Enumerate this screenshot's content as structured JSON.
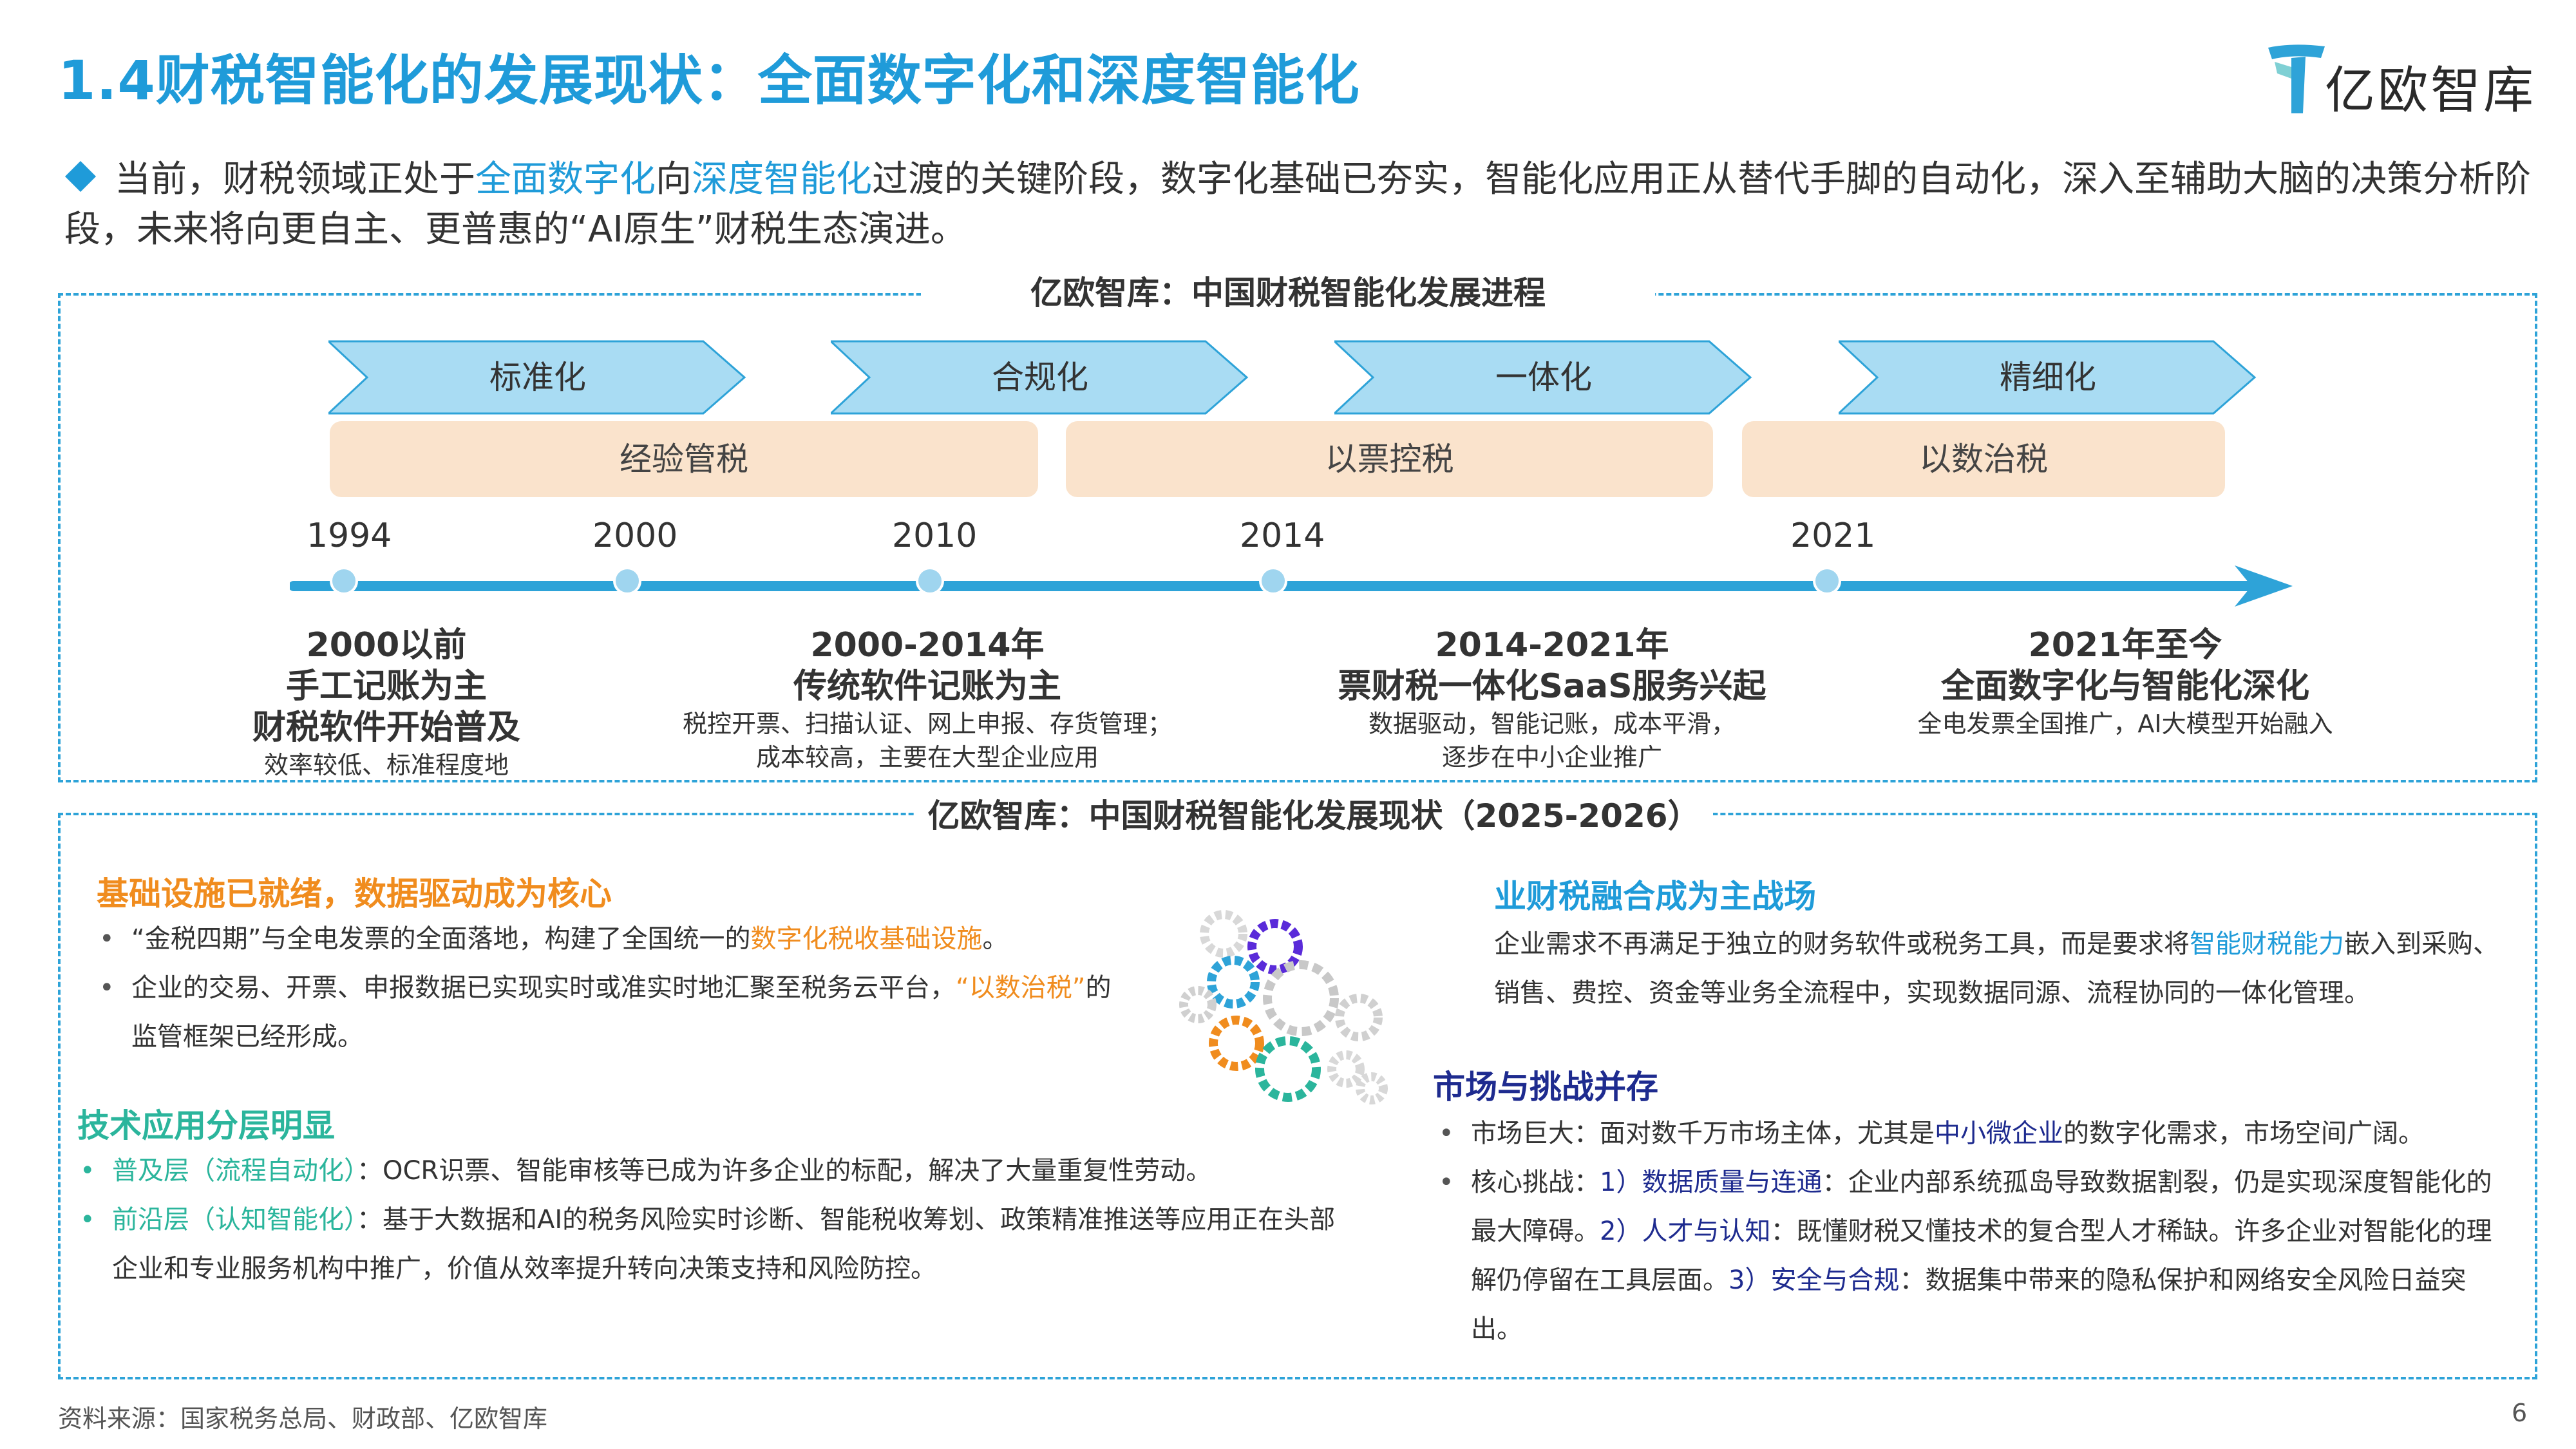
{
  "header": {
    "title": "1.4财税智能化的发展现状：全面数字化和深度智能化",
    "logo_text": "亿欧智库"
  },
  "intro": {
    "p1": "当前，财税领域正处于",
    "h1": "全面数字化",
    "p2": "向",
    "h2": "深度智能化",
    "p3": "过渡的关键阶段，数字化基础已夯实，智能化应用正从替代手脚的自动化，深入至辅助大脑的决策分析阶段，未来将向更自主、更普惠的“AI原生”财税生态演进。"
  },
  "timeline": {
    "title": "亿欧智库：中国财税智能化发展进程",
    "stages": [
      {
        "label": "标准化"
      },
      {
        "label": "合规化"
      },
      {
        "label": "一体化"
      },
      {
        "label": "精细化"
      }
    ],
    "eras": [
      {
        "label": "经验管税"
      },
      {
        "label": "以票控税"
      },
      {
        "label": "以数治税"
      }
    ],
    "years": [
      "1994",
      "2000",
      "2010",
      "2014",
      "2021"
    ],
    "periods": [
      {
        "lines": [
          "2000以前",
          "手工记账为主",
          "财税软件开始普及"
        ],
        "sub": [
          "效率较低、标准程度地"
        ]
      },
      {
        "lines": [
          "2000-2014年",
          "传统软件记账为主"
        ],
        "sub": [
          "税控开票、扫描认证、网上申报、存货管理；",
          "成本较高，主要在大型企业应用"
        ]
      },
      {
        "lines": [
          "2014-2021年",
          "票财税一体化SaaS服务兴起"
        ],
        "sub": [
          "数据驱动，智能记账，成本平滑，",
          "逐步在中小企业推广"
        ]
      },
      {
        "lines": [
          "2021年至今",
          "全面数字化与智能化深化"
        ],
        "sub": [
          "全电发票全国推广，AI大模型开始融入"
        ]
      }
    ]
  },
  "status": {
    "title": "亿欧智库：中国财税智能化发展现状（2025-2026）",
    "infra": {
      "heading": "基础设施已就绪，数据驱动成为核心",
      "b1_pre": "“金税四期”与全电发票的全面落地，构建了全国统一的",
      "b1_hl": "数字化税收基础设施",
      "b1_post": "。",
      "b2_pre": "企业的交易、开票、申报数据已实现实时或准实时地汇聚至税务云平台，",
      "b2_hl": "“以数治税”",
      "b2_post": "的监管框架已经形成。"
    },
    "tech": {
      "heading": "技术应用分层明显",
      "b1_hl": "普及层（流程自动化）",
      "b1_post": "：OCR识票、智能审核等已成为许多企业的标配，解决了大量重复性劳动。",
      "b2_hl": "前沿层（认知智能化）",
      "b2_post": "：基于大数据和AI的税务风险实时诊断、智能税收筹划、政策精准推送等应用正在头部企业和专业服务机构中推广，价值从效率提升转向决策支持和风险防控。"
    },
    "fusion": {
      "heading": "业财税融合成为主战场",
      "p_pre": "企业需求不再满足于独立的财务软件或税务工具，而是要求将",
      "p_hl": "智能财税能力",
      "p_post": "嵌入到采购、销售、费控、资金等业务全流程中，实现数据同源、流程协同的一体化管理。"
    },
    "market": {
      "heading": "市场与挑战并存",
      "b1_pre": "市场巨大：面对数千万市场主体，尤其是",
      "b1_hl": "中小微企业",
      "b1_post": "的数字化需求，市场空间广阔。",
      "b2_pre": "核心挑战：",
      "b2_h1": "1）数据质量与连通",
      "b2_t1": "：企业内部系统孤岛导致数据割裂，仍是实现深度智能化的最大障碍。",
      "b2_h2": "2）人才与认知",
      "b2_t2": "：既懂财税又懂技术的复合型人才稀缺。许多企业对智能化的理解仍停留在工具层面。",
      "b2_h3": "3）安全与合规",
      "b2_t3": "：数据集中带来的隐私保护和网络安全风险日益突出。"
    }
  },
  "footer": {
    "source": "资料来源：国家税务总局、财政部、亿欧智库",
    "page": "6"
  },
  "colors": {
    "accent": "#1f9bd9",
    "orange": "#f08c1e",
    "green": "#2bb59c",
    "navy": "#1e2b8f",
    "era_bg": "#fae3cc",
    "chevron": "#a9dcf3"
  },
  "icons": {
    "logo": "yiou-logo-icon",
    "gears": "gears-illustration-icon",
    "bullet": "diamond-bullet-icon"
  }
}
